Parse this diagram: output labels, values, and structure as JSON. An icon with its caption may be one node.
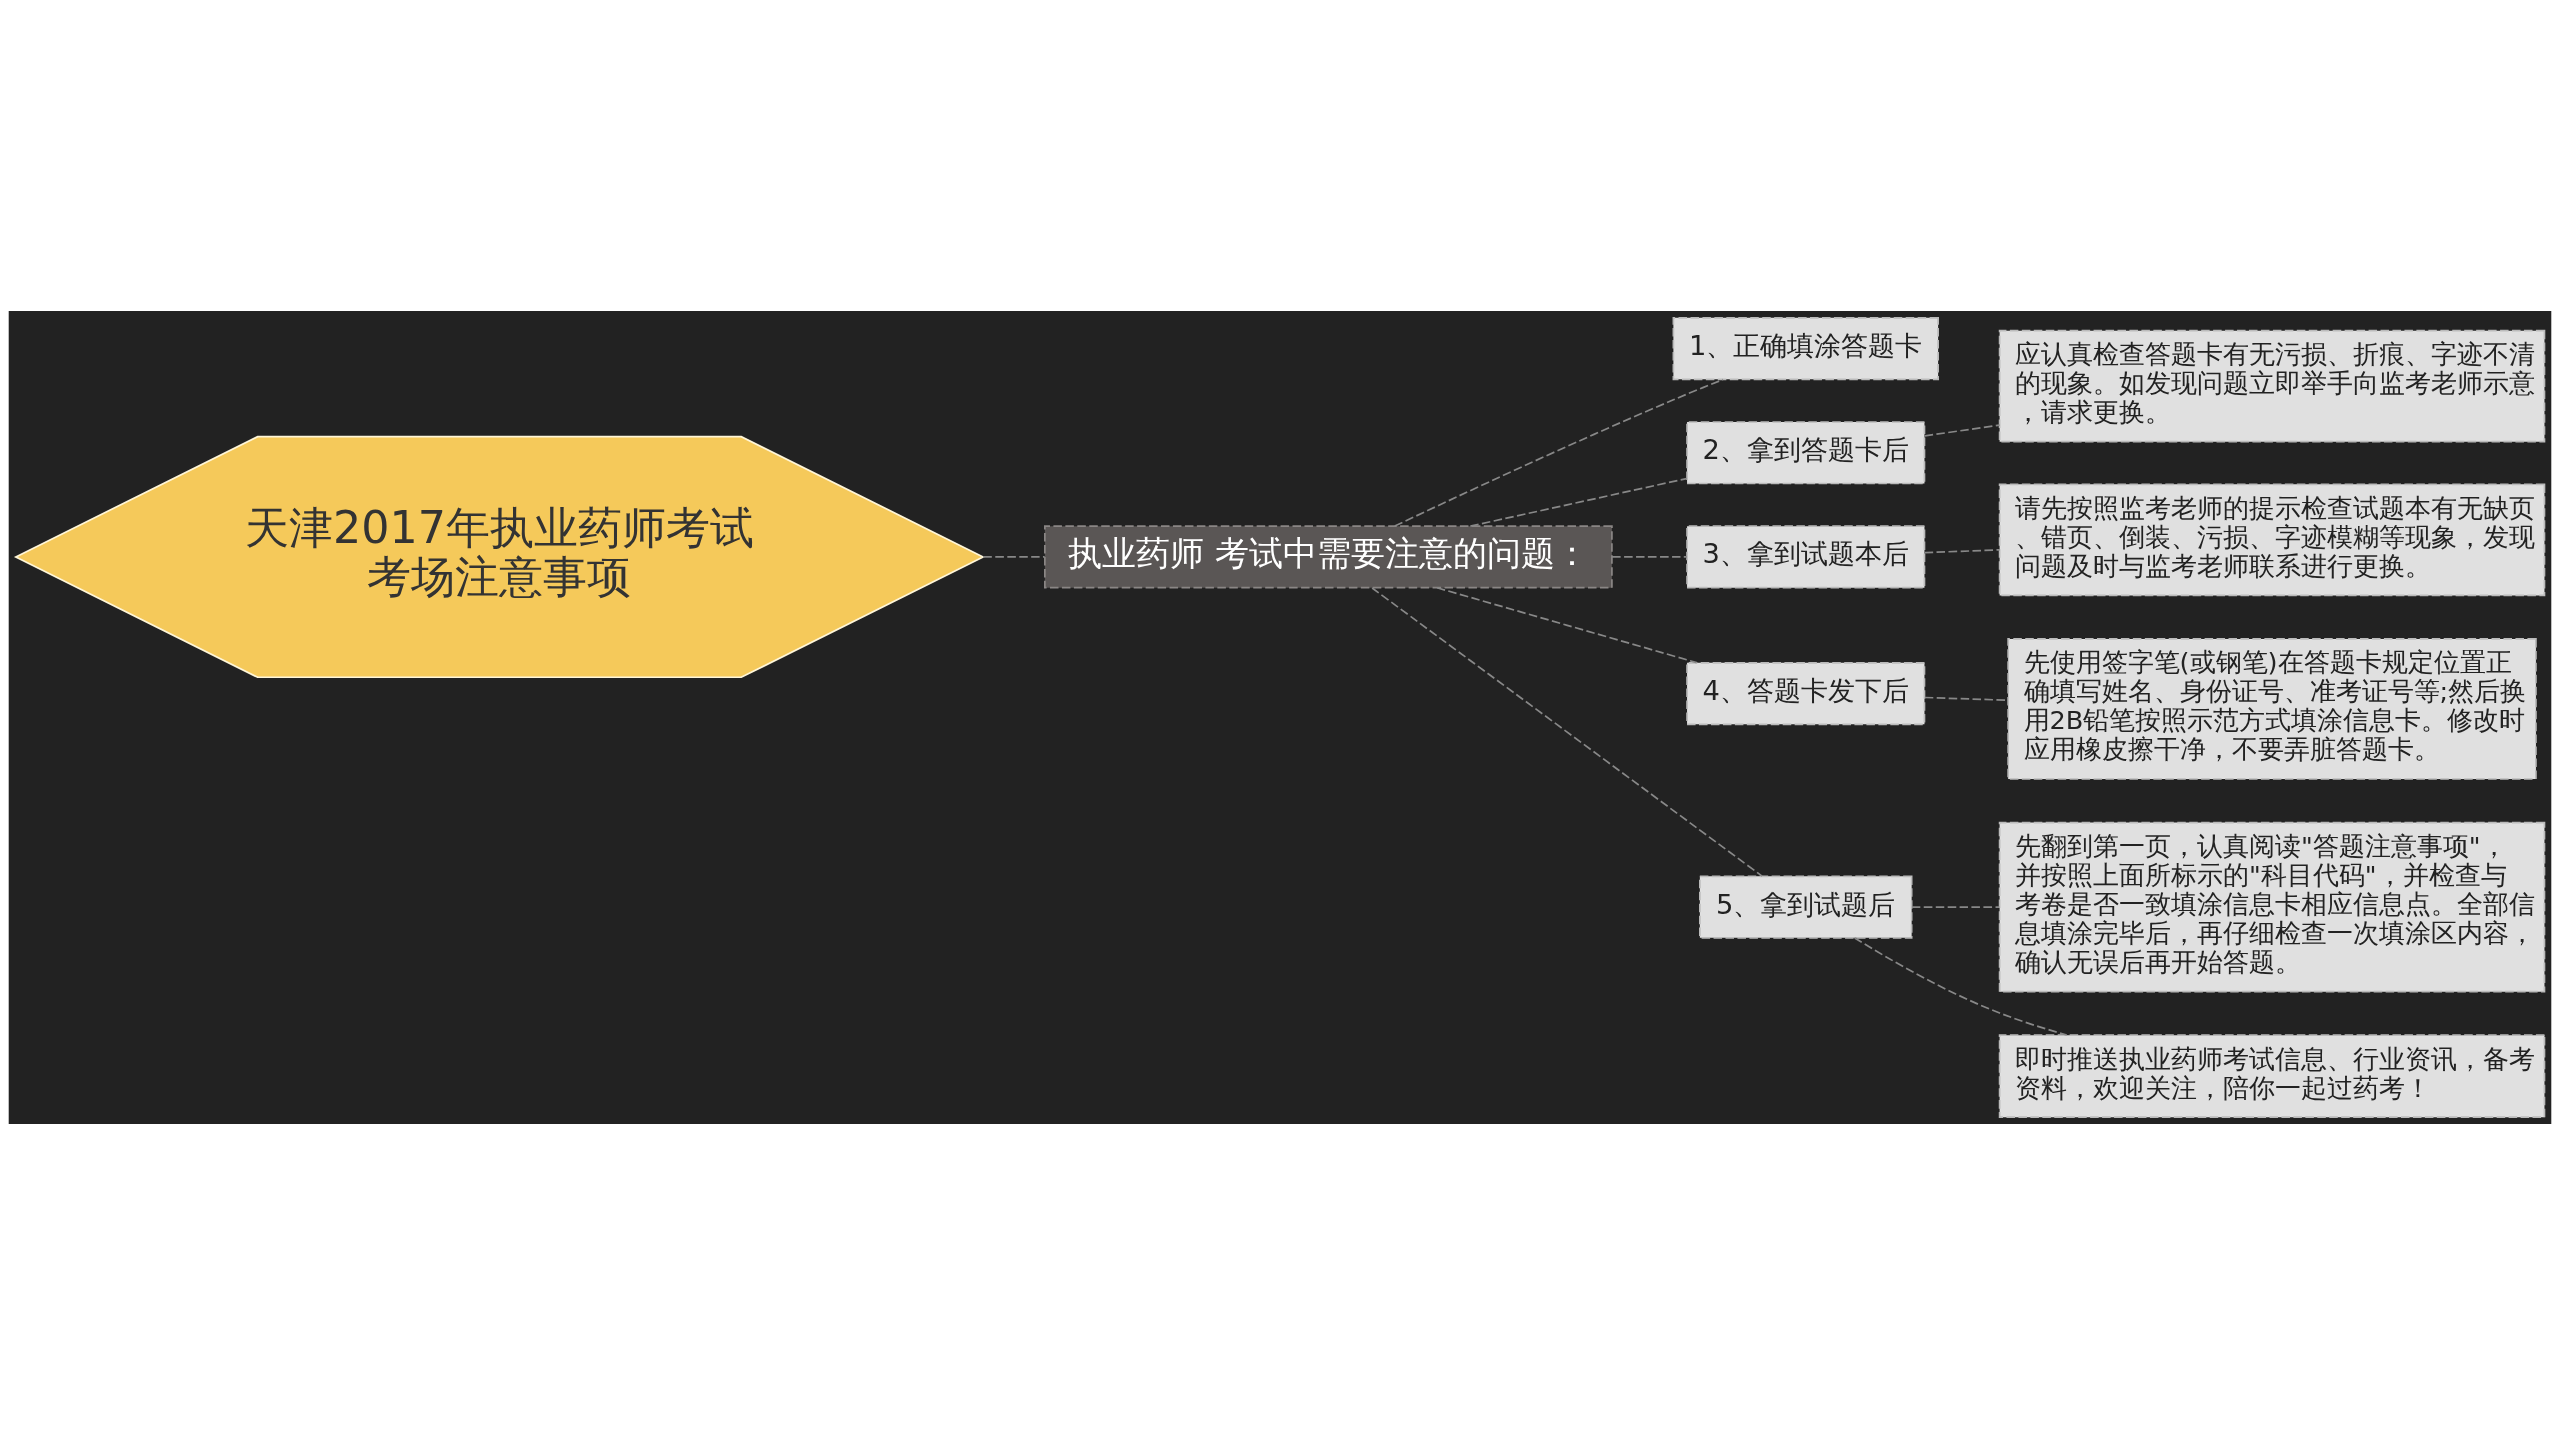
{
  "diagram": {
    "nodes": [
      {
        "text": [
          "天津2017年执业药师考试考场注意事项"
        ]
      },
      {
        "text": [
          "执业药师 考试中需要注意的问题："
        ]
      },
      {
        "text": [
          "1、正确填涂答题卡"
        ]
      },
      {
        "text": [
          "2、拿到答题卡后"
        ]
      },
      {
        "text": [
          "3、拿到试题本后"
        ]
      },
      {
        "text": [
          "4、答题卡发下后"
        ]
      },
      {
        "text": [
          "5、拿到试题后"
        ]
      },
      {
        "text": [
          "应认真检查答题卡有无污损、折痕、字迹不清的现象。如发现问题立即举手向监考老师示意，请求更换。"
        ]
      },
      {
        "text": [
          "请先按照监考老师的提示检查试题本有无缺页、错页、倒装、污损、字迹模糊等现象，发现问题及时与监考老师联系进行更换。"
        ]
      },
      {
        "text": [
          "先使用签字笔(或钢笔)在答题卡规定位置正确填写姓名、身份证号、准考证号等;然后换用2B铅笔按照示范方式填涂信息卡。修改时应用橡皮擦干净，不要弄脏答题卡。"
        ]
      },
      {
        "text": [
          "先翻到第一页，认真阅读\"答题注意事项\"，并按照上面所标示的\"科目代码\"，并检查与考卷是否一致填涂信息卡相应信息点。全部信息填涂完毕后，再仔细检查一次填涂区内容，确认无误后再开始答题。"
        ]
      },
      {
        "text": [
          "即时推送执业药师考试信息、行业资讯，备考资料，欢迎关注，陪你一起过药考！"
        ]
      }
    ],
    "edges": [
      {
        "from": 0,
        "to": 1,
        "arrow": "none",
        "style": "dashed"
      },
      {
        "from": 1,
        "to": 2,
        "arrow": "none",
        "style": "dashed"
      },
      {
        "from": 1,
        "to": 3,
        "arrow": "none",
        "style": "dashed"
      },
      {
        "from": 1,
        "to": 4,
        "arrow": "none",
        "style": "dashed"
      },
      {
        "from": 1,
        "to": 5,
        "arrow": "none",
        "style": "dashed"
      },
      {
        "from": 1,
        "to": 6,
        "arrow": "none",
        "style": "dashed"
      },
      {
        "from": 3,
        "to": 7,
        "arrow": "none",
        "style": "dashed"
      },
      {
        "from": 4,
        "to": 8,
        "arrow": "none",
        "style": "dashed"
      },
      {
        "from": 5,
        "to": 9,
        "arrow": "none",
        "style": "dashed"
      },
      {
        "from": 6,
        "to": 10,
        "arrow": "none",
        "style": "dashed"
      },
      {
        "from": 6,
        "to": 11,
        "arrow": "none",
        "style": "dashed"
      }
    ]
  }
}
